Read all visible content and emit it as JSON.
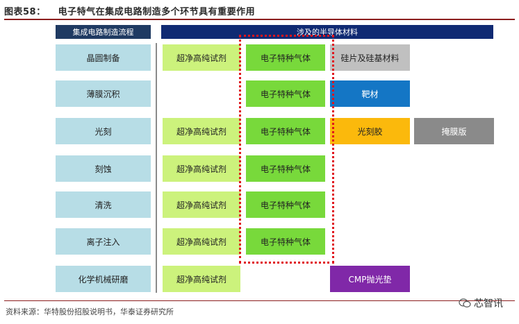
{
  "title": {
    "number": "图表58：",
    "text": "电子特气在集成电路制造多个环节具有重要作用"
  },
  "headers": {
    "left": "集成电路制造流程",
    "right": "涉及的半导体材料"
  },
  "rows": [
    {
      "process": "晶圆制备",
      "reagent": "超净高纯试剂",
      "gas": "电子特种气体",
      "m1": "硅片及硅基材料",
      "m2": ""
    },
    {
      "process": "薄膜沉积",
      "reagent": "",
      "gas": "电子特种气体",
      "m1": "靶材",
      "m2": ""
    },
    {
      "process": "光刻",
      "reagent": "超净高纯试剂",
      "gas": "电子特种气体",
      "m1": "光刻胶",
      "m2": "掩膜版"
    },
    {
      "process": "刻蚀",
      "reagent": "超净高纯试剂",
      "gas": "电子特种气体",
      "m1": "",
      "m2": ""
    },
    {
      "process": "清洗",
      "reagent": "超净高纯试剂",
      "gas": "电子特种气体",
      "m1": "",
      "m2": ""
    },
    {
      "process": "离子注入",
      "reagent": "超净高纯试剂",
      "gas": "电子特种气体",
      "m1": "",
      "m2": ""
    },
    {
      "process": "化学机械研磨",
      "reagent": "超净高纯试剂",
      "gas": "",
      "m1": "CMP抛光垫",
      "m2": ""
    }
  ],
  "source": "资料来源：华特股份招股说明书，华泰证券研究所",
  "watermark": "芯智讯",
  "colors": {
    "title_rule": "#8b1d1d",
    "header_left": "#1f3a62",
    "header_right": "#102a73",
    "process_box": "#b7dde6",
    "reagent_box": "#ccf27c",
    "gas_box": "#78d93b",
    "silicon_box": "#c0c0c0",
    "target_box": "#1476c5",
    "photoresist_box": "#fbb90c",
    "mask_box": "#8a8a8a",
    "cmp_box": "#8028a8",
    "highlight_border": "#e0141c"
  }
}
